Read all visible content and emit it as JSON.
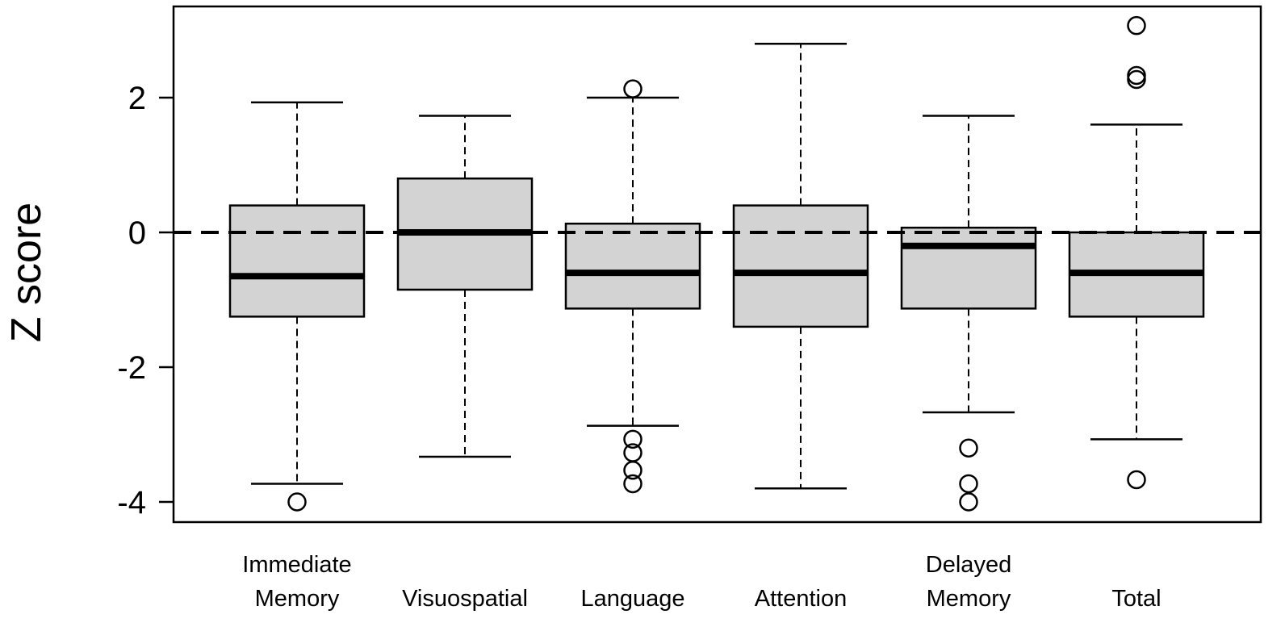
{
  "chart_data": {
    "type": "boxplot",
    "ylabel": "Z score",
    "ylim": [
      -4.3,
      3.4
    ],
    "yticks": [
      -4,
      -2,
      0,
      2
    ],
    "reference_line": 0,
    "grid": false,
    "box_fill": "#d3d3d3",
    "categories": [
      {
        "label": [
          "Immediate",
          "Memory"
        ],
        "whisker_low": -3.73,
        "q1": -1.25,
        "median": -0.65,
        "q3": 0.4,
        "whisker_high": 1.93,
        "outliers": [
          -4.0
        ]
      },
      {
        "label": [
          "",
          "Visuospatial"
        ],
        "whisker_low": -3.33,
        "q1": -0.85,
        "median": 0.0,
        "q3": 0.8,
        "whisker_high": 1.73,
        "outliers": []
      },
      {
        "label": [
          "",
          "Language"
        ],
        "whisker_low": -2.87,
        "q1": -1.13,
        "median": -0.6,
        "q3": 0.13,
        "whisker_high": 2.0,
        "outliers": [
          2.13,
          -3.07,
          -3.27,
          -3.53,
          -3.73
        ]
      },
      {
        "label": [
          "",
          "Attention"
        ],
        "whisker_low": -3.8,
        "q1": -1.4,
        "median": -0.6,
        "q3": 0.4,
        "whisker_high": 2.8,
        "outliers": []
      },
      {
        "label": [
          "Delayed",
          "Memory"
        ],
        "whisker_low": -2.67,
        "q1": -1.13,
        "median": -0.2,
        "q3": 0.07,
        "whisker_high": 1.73,
        "outliers": [
          -3.2,
          -3.73,
          -4.0
        ]
      },
      {
        "label": [
          "",
          "Total"
        ],
        "whisker_low": -3.07,
        "q1": -1.25,
        "median": -0.6,
        "q3": 0.0,
        "whisker_high": 1.6,
        "outliers": [
          3.07,
          2.33,
          2.27,
          -3.67
        ]
      }
    ]
  }
}
